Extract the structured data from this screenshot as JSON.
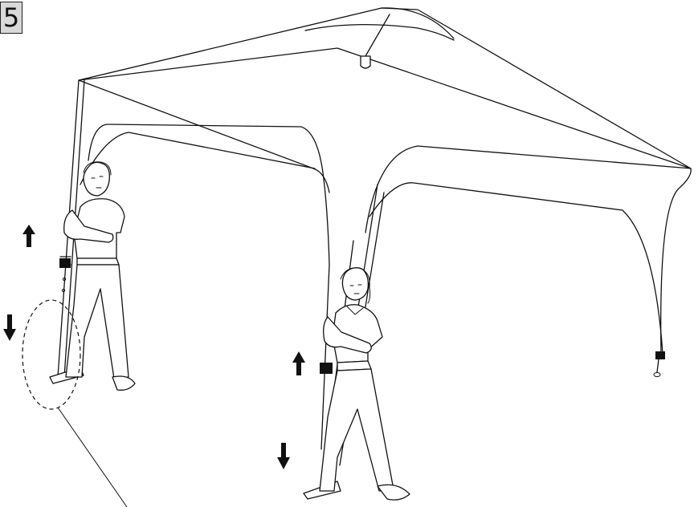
{
  "step": {
    "number": "5"
  },
  "figure": {
    "icons": {
      "canopy": "canopy-frame",
      "person_left": "person-pushing-leg",
      "person_right": "person-pushing-leg",
      "arrow_up": "arrow-up-icon",
      "arrow_down": "arrow-down-icon",
      "detail_circle": "dashed-callout-circle"
    }
  }
}
